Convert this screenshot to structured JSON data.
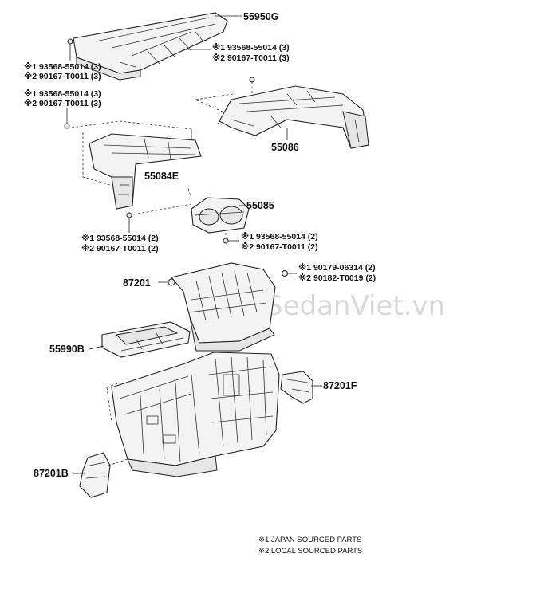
{
  "watermark": "SedanViet.vn",
  "parts": {
    "p55950g": "55950G",
    "p55086": "55086",
    "p55084e": "55084E",
    "p55085": "55085",
    "p87201": "87201",
    "p55990b": "55990B",
    "p87201f": "87201F",
    "p87201b": "87201B"
  },
  "fasteners": {
    "g1_a": "※1 93568-55014 (3)",
    "g1_b": "※2 90167-T0011 (3)",
    "g2_a": "※1 93568-55014 (3)",
    "g2_b": "※2 90167-T0011 (3)",
    "g3_a": "※1 93568-55014 (3)",
    "g3_b": "※2 90167-T0011 (3)",
    "g4_a": "※1 93568-55014 (2)",
    "g4_b": "※2 90167-T0011 (2)",
    "g5_a": "※1 93568-55014 (2)",
    "g5_b": "※2 90167-T0011 (2)",
    "g6_a": "※1 90179-06314 (2)",
    "g6_b": "※2 90182-T0019 (2)"
  },
  "legend": {
    "note1": "※1 JAPAN SOURCED PARTS",
    "note2": "※2 LOCAL SOURCED PARTS"
  }
}
